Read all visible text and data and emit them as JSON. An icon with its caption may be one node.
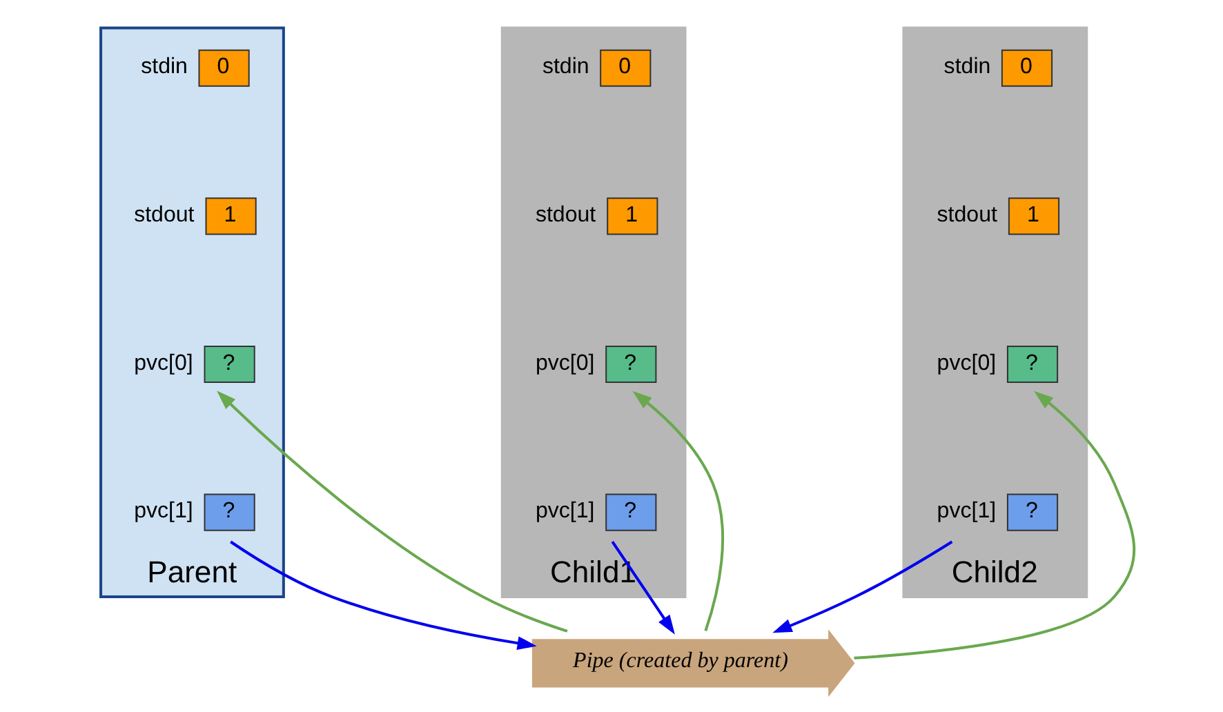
{
  "diagram": {
    "nodes": [
      {
        "text": [
          "Parent"
        ]
      },
      {
        "text": [
          "0"
        ],
        "in": 0,
        "beside": [
          "stdin"
        ]
      },
      {
        "text": [
          "1"
        ],
        "in": 0,
        "beside": [
          "stdout"
        ]
      },
      {
        "text": [
          "?"
        ],
        "in": 0,
        "beside": [
          "pvc[0]"
        ]
      },
      {
        "text": [
          "?"
        ],
        "in": 0,
        "beside": [
          "pvc[1]"
        ]
      },
      {
        "text": [
          "Pipe (created by parent)"
        ]
      },
      {
        "text": [
          "Child1"
        ]
      },
      {
        "text": [
          "0"
        ],
        "in": 6,
        "beside": [
          "stdin"
        ]
      },
      {
        "text": [
          "1"
        ],
        "in": 6,
        "beside": [
          "stdout"
        ]
      },
      {
        "text": [
          "?"
        ],
        "in": 6,
        "beside": [
          "pvc[0]"
        ]
      },
      {
        "text": [
          "?"
        ],
        "in": 6,
        "beside": [
          "pvc[1]"
        ]
      },
      {
        "text": [
          "Child2"
        ]
      },
      {
        "text": [
          "0"
        ],
        "in": 11,
        "beside": [
          "stdin"
        ]
      },
      {
        "text": [
          "1"
        ],
        "in": 11,
        "beside": [
          "stdout"
        ]
      },
      {
        "text": [
          "?"
        ],
        "in": 11,
        "beside": [
          "pvc[0]"
        ]
      },
      {
        "text": [
          "?"
        ],
        "in": 11,
        "beside": [
          "pvc[1]"
        ]
      }
    ],
    "edges": [
      {
        "from": 5,
        "to": 3,
        "arrow": "to",
        "color": "#6aa84f"
      },
      {
        "from": 4,
        "to": 5,
        "arrow": "to",
        "color": "#0000ee"
      },
      {
        "from": 10,
        "to": 5,
        "arrow": "to",
        "color": "#0000ee"
      },
      {
        "from": 5,
        "to": 9,
        "arrow": "to",
        "color": "#6aa84f"
      },
      {
        "from": 5,
        "to": 14,
        "arrow": "to",
        "color": "#6aa84f"
      },
      {
        "from": 15,
        "to": 5,
        "arrow": "to",
        "color": "#0000ee"
      }
    ]
  }
}
